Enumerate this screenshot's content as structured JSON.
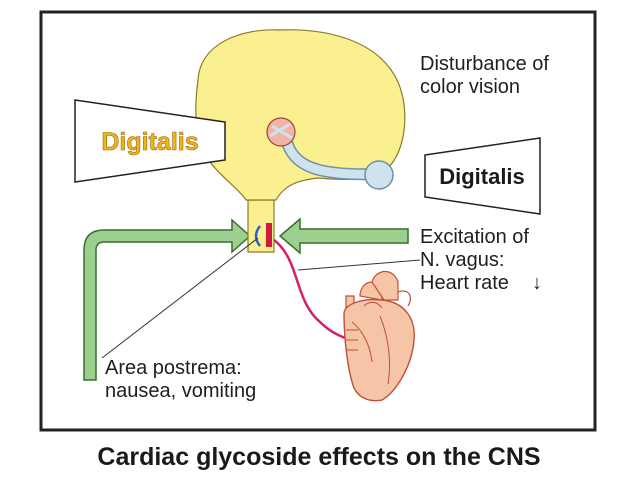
{
  "labels": {
    "color_vision_line1": "Disturbance of",
    "color_vision_line2": "color vision",
    "digitalis_left": "Digitalis",
    "digitalis_right": "Digitalis",
    "vagus_line1": "Excitation of",
    "vagus_line2": "N. vagus:",
    "vagus_line3": "Heart rate",
    "vagus_arrow": "↓",
    "area_postrema_line1": "Area postrema:",
    "area_postrema_line2": "nausea, vomiting"
  },
  "caption": "Cardiac glycoside effects on the CNS",
  "colors": {
    "brain": "#fbf08f",
    "optic": "#cfe3ef",
    "optic_stroke": "#6c8fa8",
    "arrow_green": "#9dd08e",
    "heart": "#f6c4a6",
    "heart_stroke": "#c0503a",
    "nerve": "#d4206b",
    "frame": "#222222"
  }
}
